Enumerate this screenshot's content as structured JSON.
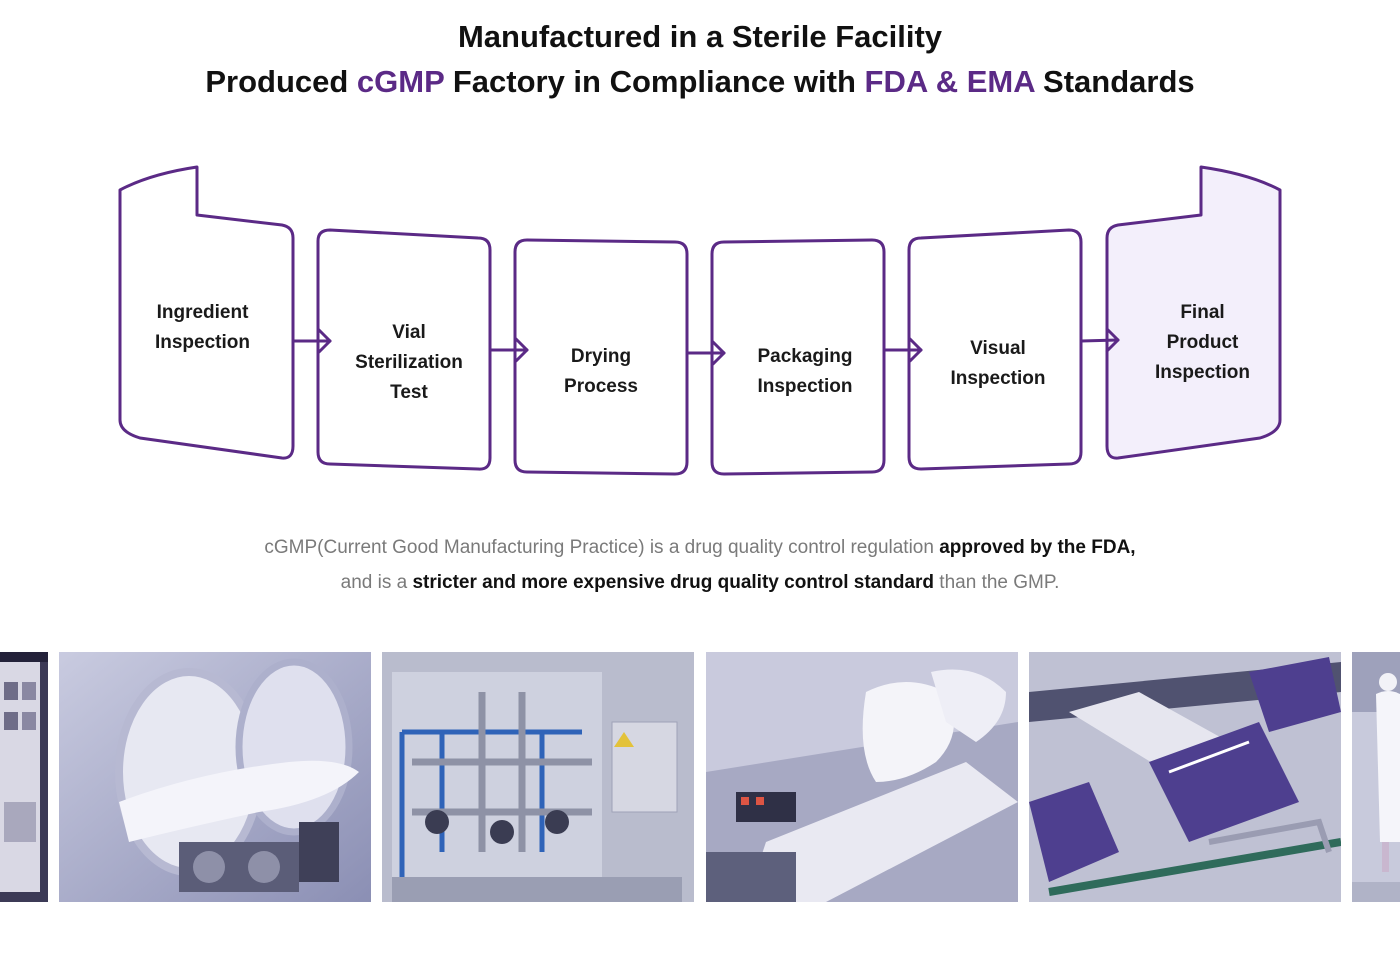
{
  "header": {
    "line1": "Manufactured in a Sterile Facility",
    "line2_part1": "Produced ",
    "line2_accent1": "cGMP",
    "line2_part2": " Factory in Compliance with ",
    "line2_accent2": "FDA & EMA",
    "line2_part3": " Standards"
  },
  "process": {
    "steps": [
      {
        "label": "Ingredient\nInspection",
        "icon": "curved-panel-left"
      },
      {
        "label": "Vial\nSterilization\nTest"
      },
      {
        "label": "Drying\nProcess"
      },
      {
        "label": "Packaging\nInspection"
      },
      {
        "label": "Visual\nInspection"
      },
      {
        "label": "Final\nProduct\nInspection",
        "highlighted": true,
        "icon": "curved-panel-right"
      }
    ],
    "colors": {
      "outline": "#5b2a86",
      "highlight_fill": "#f3effb"
    }
  },
  "description": {
    "line1_plain": "cGMP(Current Good Manufacturing Practice) is a drug quality control regulation ",
    "line1_bold": "approved by the FDA,",
    "line2_plain_a": "and is a ",
    "line2_bold": "stricter and more expensive drug quality control standard",
    "line2_plain_b": " than the GMP."
  },
  "gallery": {
    "photos": [
      {
        "name": "lab-documents-photo"
      },
      {
        "name": "glovebox-isolator-photo"
      },
      {
        "name": "piping-system-photo"
      },
      {
        "name": "gloved-hands-packaging-photo"
      },
      {
        "name": "carton-packaging-line-photo"
      },
      {
        "name": "cleanroom-worker-photo"
      }
    ],
    "tint": "#6b5f9e"
  }
}
